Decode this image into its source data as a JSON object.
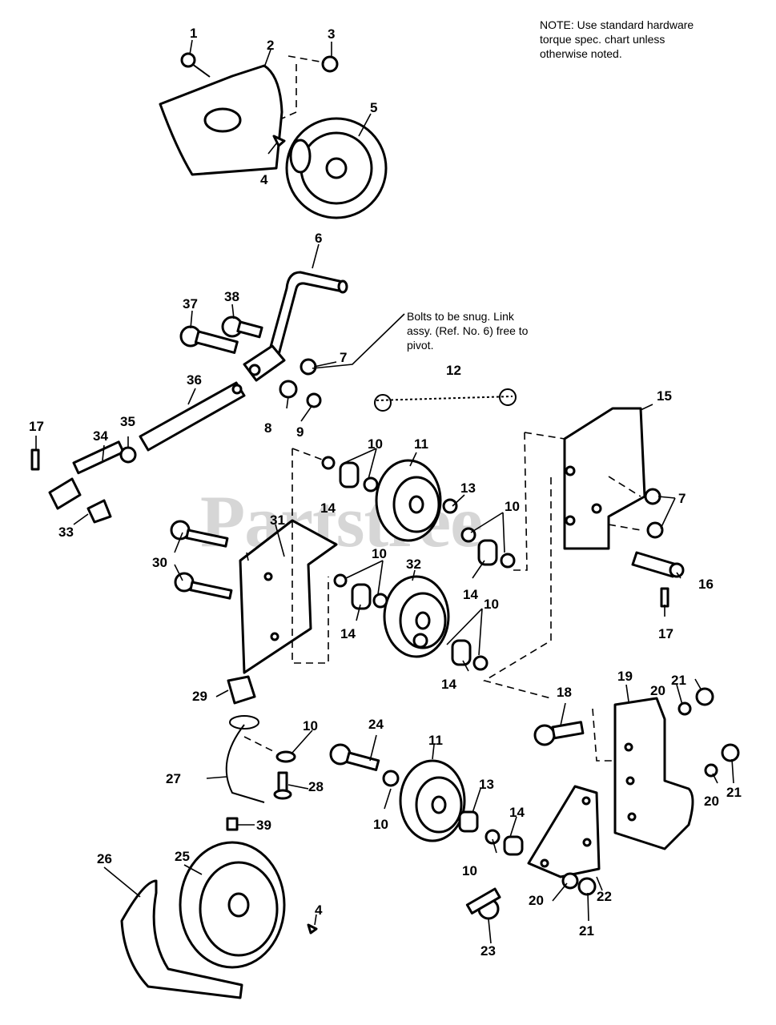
{
  "note": "NOTE: Use standard hardware\ntorque spec. chart unless\notherwise noted.",
  "callout": "Bolts to be snug. Link\nassy. (Ref. No. 6) free to\npivot.",
  "watermark": "Partstree",
  "labels": {
    "n1": "1",
    "n2": "2",
    "n3": "3",
    "n4a": "4",
    "n4b": "4",
    "n5": "5",
    "n6": "6",
    "n7a": "7",
    "n7b": "7",
    "n8": "8",
    "n9": "9",
    "n10a": "10",
    "n10b": "10",
    "n10c": "10",
    "n10d": "10",
    "n10e": "10",
    "n10f": "10",
    "n10g": "10",
    "n11a": "11",
    "n11b": "11",
    "n12": "12",
    "n13a": "13",
    "n13b": "13",
    "n14a": "14",
    "n14b": "14",
    "n14c": "14",
    "n14d": "14",
    "n14e": "14",
    "n15": "15",
    "n16": "16",
    "n17a": "17",
    "n17b": "17",
    "n18": "18",
    "n19": "19",
    "n20a": "20",
    "n20b": "20",
    "n20c": "20",
    "n21a": "21",
    "n21b": "21",
    "n21c": "21",
    "n22": "22",
    "n23": "23",
    "n24": "24",
    "n25": "25",
    "n26": "26",
    "n27": "27",
    "n28": "28",
    "n29": "29",
    "n30": "30",
    "n31": "31",
    "n32": "32",
    "n33": "33",
    "n34": "34",
    "n35": "35",
    "n36": "36",
    "n37": "37",
    "n38": "38",
    "n39": "39"
  }
}
